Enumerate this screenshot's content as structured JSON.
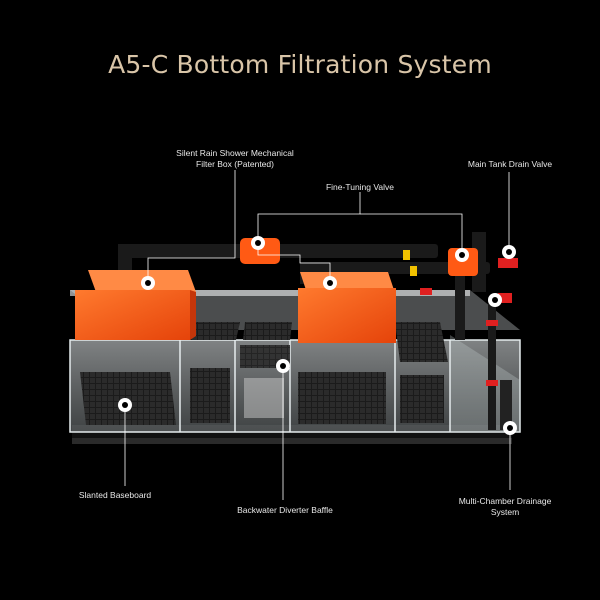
{
  "title": "A5-C Bottom Filtration System",
  "labels": {
    "filter_box_line1": "Silent Rain Shower Mechanical",
    "filter_box_line2": "Filter Box (Patented)",
    "fine_tuning_valve": "Fine-Tuning Valve",
    "main_tank_drain_valve": "Main Tank Drain Valve",
    "slanted_baseboard": "Slanted Baseboard",
    "backwater_diverter_baffle": "Backwater Diverter Baffle",
    "drainage_line1": "Multi-Chamber Drainage",
    "drainage_line2": "System"
  },
  "colors": {
    "title": "#d9c5a8",
    "filter_box_orange": "#ff5a14",
    "valve_red": "#e02020",
    "pipe_black": "#1a1a1a",
    "glass": "#cfd6d8"
  }
}
